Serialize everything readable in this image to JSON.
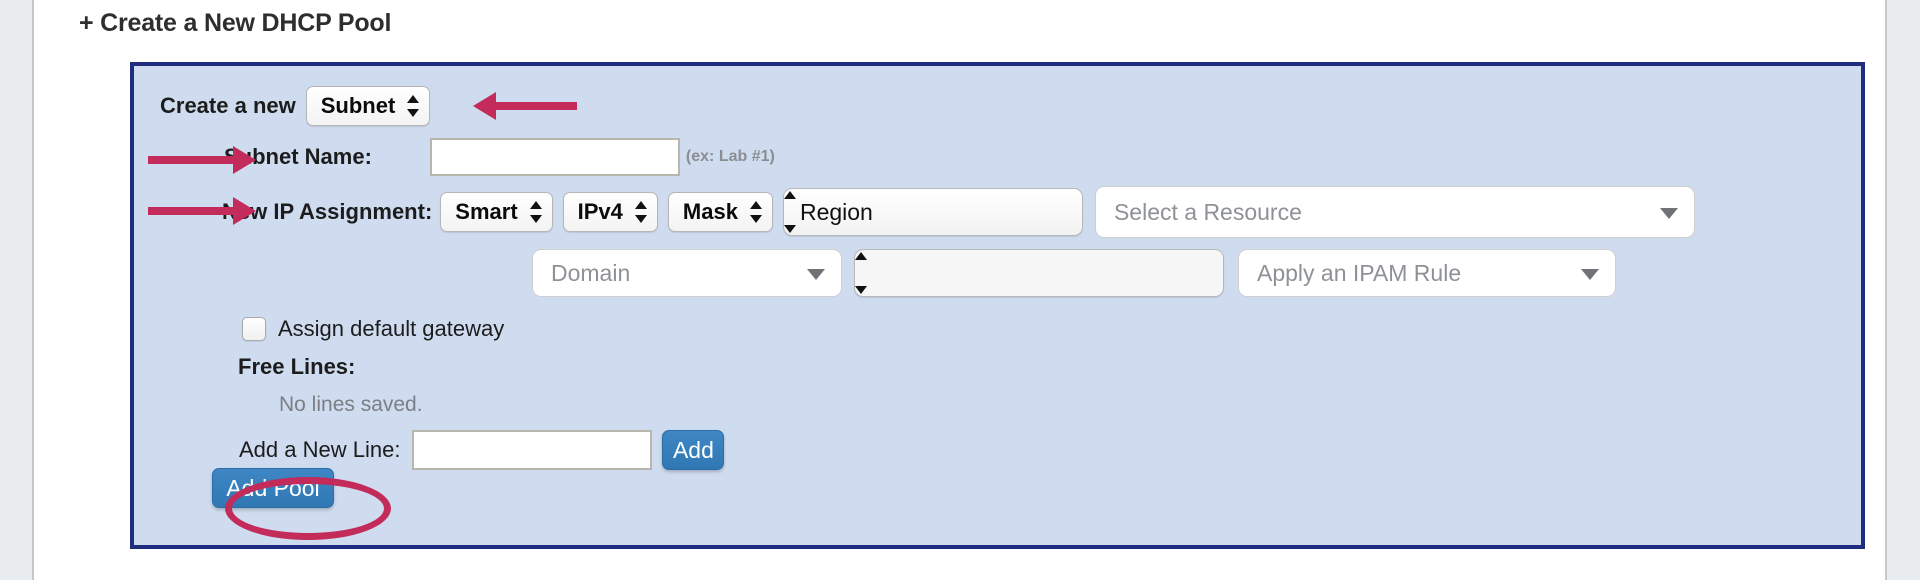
{
  "page": {
    "title": "+ Create a New DHCP Pool",
    "panel_border_color": "#1f2d80",
    "panel_fill_color": "#cfdcf0",
    "annotation_color": "#c32b5a",
    "button_color": "#2f78b4"
  },
  "form": {
    "create_a_new_label": "Create a new",
    "create_type_value": "Subnet",
    "subnet_name_label": "Subnet Name:",
    "subnet_name_value": "",
    "subnet_name_hint": "(ex: Lab #1)",
    "new_ip_assignment_label": "New IP Assignment:",
    "assignment_mode_value": "Smart",
    "ip_version_value": "IPv4",
    "mask_value": "Mask",
    "region_value": "Region",
    "resource_placeholder": "Select a Resource",
    "domain_placeholder": "Domain",
    "blank_select_value": "",
    "ipam_rule_placeholder": "Apply an IPAM Rule",
    "assign_default_gateway_label": "Assign default gateway",
    "assign_default_gateway_checked": false,
    "free_lines_label": "Free Lines:",
    "no_lines_saved_text": "No lines saved.",
    "add_a_new_line_label": "Add a New Line:",
    "add_a_new_line_value": "",
    "add_button_label": "Add",
    "add_pool_button_label": "Add Pool"
  },
  "annotations": {
    "arrow_to_create_type": "arrow-left-to-subnet-select",
    "arrow_to_subnet_name": "arrow-right-to-subnet-name",
    "arrow_to_new_ip_assignment": "arrow-right-to-new-ip-assignment",
    "ellipse_on_add_pool": "ellipse-around-add-pool-button"
  }
}
